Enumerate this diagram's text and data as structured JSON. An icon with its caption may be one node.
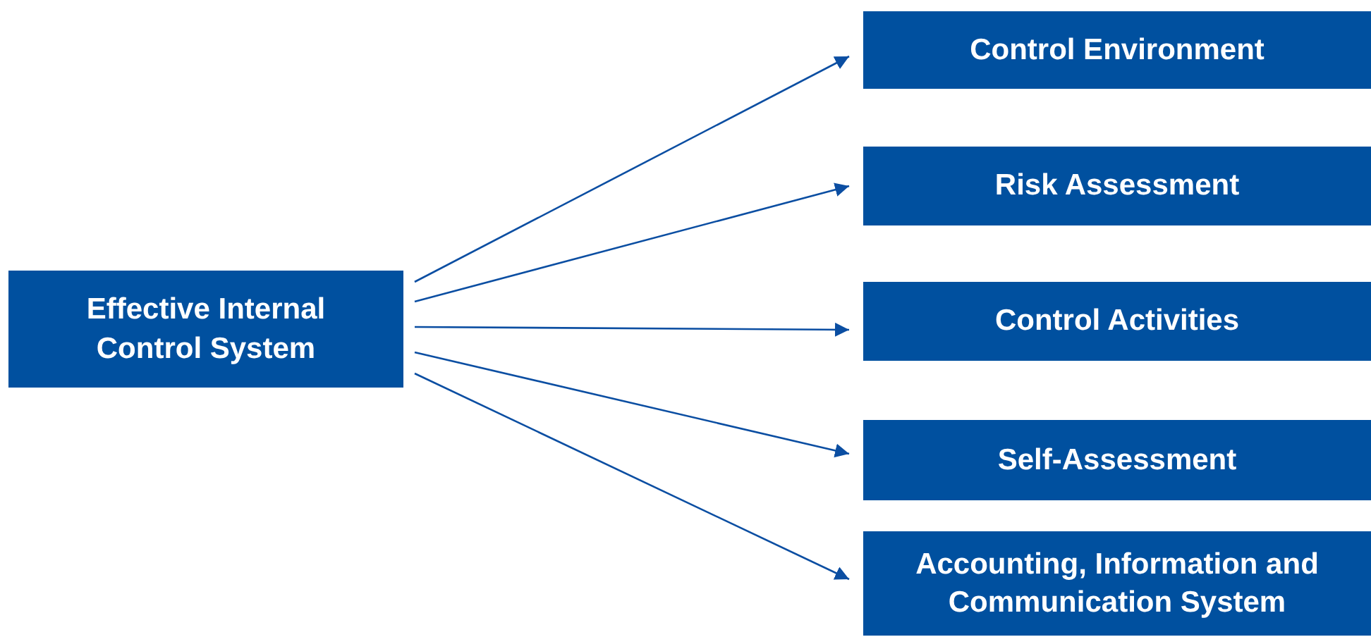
{
  "diagram": {
    "nodes": [
      {
        "text": [
          "Effective Internal Control System"
        ]
      },
      {
        "text": [
          "Control Environment"
        ]
      },
      {
        "text": [
          "Risk Assessment"
        ]
      },
      {
        "text": [
          "Control Activities"
        ]
      },
      {
        "text": [
          "Self-Assessment"
        ]
      },
      {
        "text": [
          "Accounting, Information and Communication System"
        ]
      }
    ],
    "edges": [
      {
        "from": 0,
        "to": 1,
        "arrow": "to"
      },
      {
        "from": 0,
        "to": 2,
        "arrow": "to"
      },
      {
        "from": 0,
        "to": 3,
        "arrow": "to"
      },
      {
        "from": 0,
        "to": 4,
        "arrow": "to"
      },
      {
        "from": 0,
        "to": 5,
        "arrow": "to"
      }
    ]
  }
}
